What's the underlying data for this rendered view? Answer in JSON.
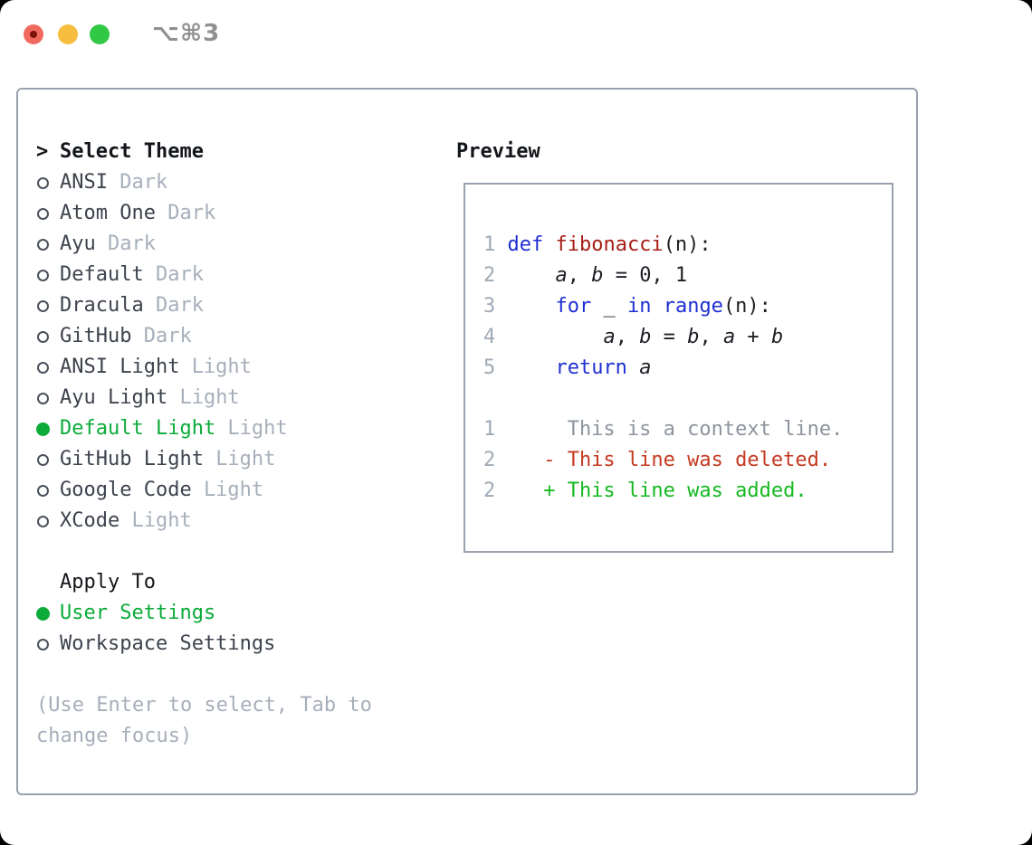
{
  "palette": {
    "window_bg": "#ffffff",
    "title_gray": "#909090",
    "light_red": "#f16a5f",
    "light_red_dot": "#7d140b",
    "light_yellow": "#f7bd3f",
    "light_green": "#31c845",
    "box_border": "#99a1ad",
    "preview_border": "#9aa2ad",
    "heading": "#13161a",
    "name_dark": "#3d434d",
    "muted": "#a7afbb",
    "selected_green": "#0cab3a",
    "bullet_ring": "#4b515b",
    "line_number": "#9eaab6",
    "code_text": "#1c1f24",
    "keyword_blue": "#1f2fd0",
    "function_red": "#a51f15",
    "context_gray": "#8d949d",
    "deleted_red": "#c43a21",
    "added_green": "#16b922"
  },
  "window": {
    "title": "⌥⌘3",
    "lights": [
      "close",
      "minimize",
      "zoom"
    ]
  },
  "theme_list": {
    "header": {
      "cursor": ">",
      "label": "Select Theme"
    },
    "items": [
      {
        "name": "ANSI",
        "variant": "Dark",
        "selected": false
      },
      {
        "name": "Atom One",
        "variant": "Dark",
        "selected": false
      },
      {
        "name": "Ayu",
        "variant": "Dark",
        "selected": false
      },
      {
        "name": "Default",
        "variant": "Dark",
        "selected": false
      },
      {
        "name": "Dracula",
        "variant": "Dark",
        "selected": false
      },
      {
        "name": "GitHub",
        "variant": "Dark",
        "selected": false
      },
      {
        "name": "ANSI Light",
        "variant": "Light",
        "selected": false
      },
      {
        "name": "Ayu Light",
        "variant": "Light",
        "selected": false
      },
      {
        "name": "Default Light",
        "variant": "Light",
        "selected": true
      },
      {
        "name": "GitHub Light",
        "variant": "Light",
        "selected": false
      },
      {
        "name": "Google Code",
        "variant": "Light",
        "selected": false
      },
      {
        "name": "XCode",
        "variant": "Light",
        "selected": false
      }
    ]
  },
  "apply_to": {
    "label": "Apply To",
    "options": [
      {
        "label": "User Settings",
        "selected": true
      },
      {
        "label": "Workspace Settings",
        "selected": false
      }
    ]
  },
  "help_lines": [
    "(Use Enter to select, Tab to",
    "change focus)"
  ],
  "preview": {
    "header": "Preview",
    "lines": [
      {
        "num": "1",
        "tokens": [
          {
            "text": "def",
            "color": "keyword"
          },
          {
            "text": " ",
            "color": "default"
          },
          {
            "text": "fibonacci",
            "color": "function"
          },
          {
            "text": "(n):",
            "color": "default"
          }
        ]
      },
      {
        "num": "2",
        "tokens": [
          {
            "text": "    ",
            "color": "default"
          },
          {
            "text": "a",
            "color": "default",
            "italic": true
          },
          {
            "text": ", ",
            "color": "default"
          },
          {
            "text": "b",
            "color": "default",
            "italic": true
          },
          {
            "text": " = 0, 1",
            "color": "default"
          }
        ]
      },
      {
        "num": "3",
        "tokens": [
          {
            "text": "    ",
            "color": "default"
          },
          {
            "text": "for",
            "color": "keyword"
          },
          {
            "text": " _ ",
            "color": "default"
          },
          {
            "text": "in",
            "color": "keyword"
          },
          {
            "text": " ",
            "color": "default"
          },
          {
            "text": "range",
            "color": "keyword"
          },
          {
            "text": "(n):",
            "color": "default"
          }
        ]
      },
      {
        "num": "4",
        "tokens": [
          {
            "text": "        ",
            "color": "default"
          },
          {
            "text": "a",
            "color": "default",
            "italic": true
          },
          {
            "text": ", ",
            "color": "default"
          },
          {
            "text": "b",
            "color": "default",
            "italic": true
          },
          {
            "text": " = ",
            "color": "default"
          },
          {
            "text": "b",
            "color": "default",
            "italic": true
          },
          {
            "text": ", ",
            "color": "default"
          },
          {
            "text": "a",
            "color": "default",
            "italic": true
          },
          {
            "text": " + ",
            "color": "default"
          },
          {
            "text": "b",
            "color": "default",
            "italic": true
          }
        ]
      },
      {
        "num": "5",
        "tokens": [
          {
            "text": "    ",
            "color": "default"
          },
          {
            "text": "return",
            "color": "keyword"
          },
          {
            "text": " ",
            "color": "default"
          },
          {
            "text": "a",
            "color": "default",
            "italic": true
          }
        ]
      },
      {
        "num": "",
        "tokens": []
      },
      {
        "num": "1",
        "tokens": [
          {
            "text": "     This is a context line.",
            "color": "context"
          }
        ]
      },
      {
        "num": "2",
        "tokens": [
          {
            "text": "   - This line was deleted.",
            "color": "deleted"
          }
        ]
      },
      {
        "num": "2",
        "tokens": [
          {
            "text": "   + This line was added.",
            "color": "added"
          }
        ]
      }
    ]
  }
}
